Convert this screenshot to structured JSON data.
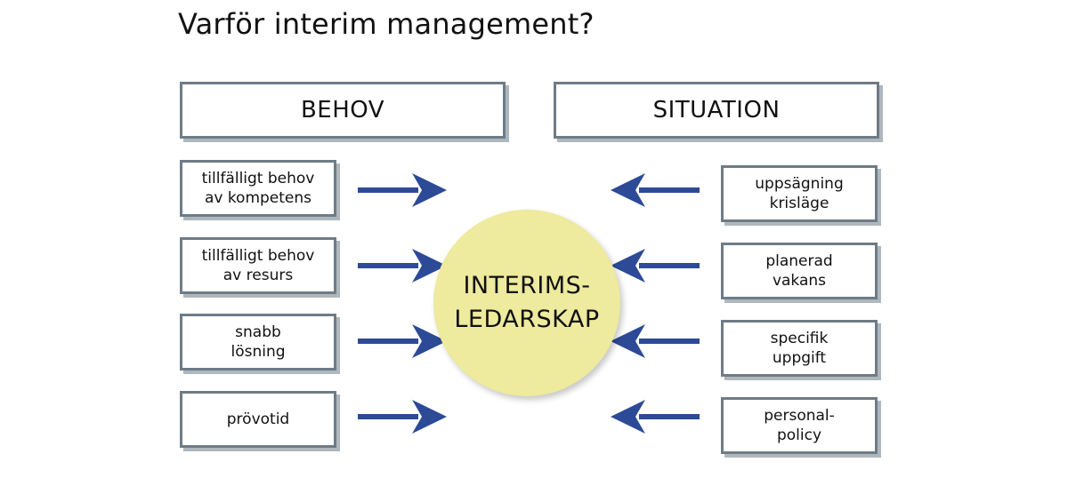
{
  "title": "Varför interim management?",
  "headers": {
    "left": "BEHOV",
    "right": "SITUATION"
  },
  "center": "INTERIMS-\nLEDARSKAP",
  "left_items": [
    "tillfälligt behov\nav kompetens",
    "tillfälligt behov\nav resurs",
    "snabb\nlösning",
    "prövotid"
  ],
  "right_items": [
    "uppsägning\nkrisläge",
    "planerad\nvakans",
    "specifik\nuppgift",
    "personal-\npolicy"
  ],
  "colors": {
    "arrow": "#2c4a96",
    "circle": "#eeea9e",
    "box_border": "#6e7c86"
  }
}
